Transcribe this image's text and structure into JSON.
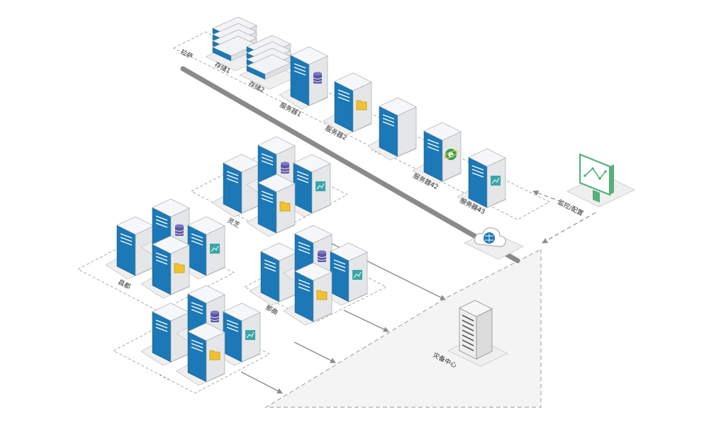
{
  "labels": {
    "rack": "拉萨",
    "storage1": "存储1",
    "storage2": "存储2",
    "server1": "服务器1",
    "server2": "服务器2",
    "dots_top": "· · ·",
    "server42": "服务器42",
    "server43": "服务器43",
    "monitor": "监控/配置",
    "site_a": "昌都",
    "site_b": "灵芝",
    "site_c": "那曲",
    "dots_bottom": "· · ·",
    "dr_center": "灾备中心"
  },
  "colors": {
    "blue": "#1c78b6",
    "teal": "#3aa6a8",
    "purple": "#5a56a5",
    "yellow": "#f2c12e",
    "green": "#2f9e5c",
    "monitor_green": "#56b07c",
    "backbone": "#8a8a8a",
    "arrow": "#8c8c8c",
    "dash": "#9a9a9a"
  },
  "icons": {
    "db": "database-icon",
    "folder": "folder-icon",
    "chart": "chart-icon",
    "ie": "browser-e-icon",
    "monitor": "monitor-chart-icon",
    "cloud": "cloud-network-icon"
  }
}
